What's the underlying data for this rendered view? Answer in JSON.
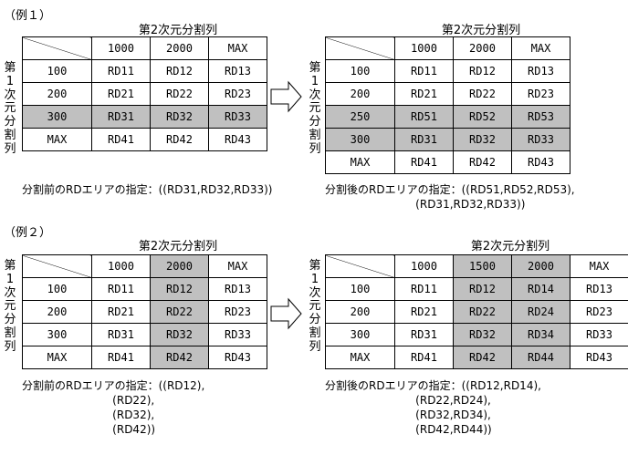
{
  "examples": [
    {
      "label": "（例１）",
      "left": {
        "title": "第2次元分割列",
        "side_label": [
          "第",
          "1",
          "次",
          "元",
          "分",
          "割",
          "列"
        ],
        "header": [
          "",
          "1000",
          "2000",
          "MAX"
        ],
        "rows": [
          {
            "cells": [
              "100",
              "RD11",
              "RD12",
              "RD13"
            ],
            "shade": [
              false,
              false,
              false,
              false
            ]
          },
          {
            "cells": [
              "200",
              "RD21",
              "RD22",
              "RD23"
            ],
            "shade": [
              false,
              false,
              false,
              false
            ]
          },
          {
            "cells": [
              "300",
              "RD31",
              "RD32",
              "RD33"
            ],
            "shade": [
              true,
              true,
              true,
              true
            ]
          },
          {
            "cells": [
              "MAX",
              "RD41",
              "RD42",
              "RD43"
            ],
            "shade": [
              false,
              false,
              false,
              false
            ]
          }
        ],
        "header_shade": [
          false,
          false,
          false,
          false
        ],
        "note": "分割前のRDエリアの指定：((RD31,RD32,RD33))"
      },
      "right": {
        "title": "第2次元分割列",
        "side_label": [
          "第",
          "1",
          "次",
          "元",
          "分",
          "割",
          "列"
        ],
        "header": [
          "",
          "1000",
          "2000",
          "MAX"
        ],
        "rows": [
          {
            "cells": [
              "100",
              "RD11",
              "RD12",
              "RD13"
            ],
            "shade": [
              false,
              false,
              false,
              false
            ]
          },
          {
            "cells": [
              "200",
              "RD21",
              "RD22",
              "RD23"
            ],
            "shade": [
              false,
              false,
              false,
              false
            ]
          },
          {
            "cells": [
              "250",
              "RD51",
              "RD52",
              "RD53"
            ],
            "shade": [
              true,
              true,
              true,
              true
            ]
          },
          {
            "cells": [
              "300",
              "RD31",
              "RD32",
              "RD33"
            ],
            "shade": [
              true,
              true,
              true,
              true
            ]
          },
          {
            "cells": [
              "MAX",
              "RD41",
              "RD42",
              "RD43"
            ],
            "shade": [
              false,
              false,
              false,
              false
            ]
          }
        ],
        "header_shade": [
          false,
          false,
          false,
          false
        ],
        "note": "分割後のRDエリアの指定：((RD51,RD52,RD53),\n                          (RD31,RD32,RD33))"
      }
    },
    {
      "label": "（例２）",
      "left": {
        "title": "第2次元分割列",
        "side_label": [
          "第",
          "1",
          "次",
          "元",
          "分",
          "割",
          "列"
        ],
        "header": [
          "",
          "1000",
          "2000",
          "MAX"
        ],
        "rows": [
          {
            "cells": [
              "100",
              "RD11",
              "RD12",
              "RD13"
            ],
            "shade": [
              false,
              false,
              true,
              false
            ]
          },
          {
            "cells": [
              "200",
              "RD21",
              "RD22",
              "RD23"
            ],
            "shade": [
              false,
              false,
              true,
              false
            ]
          },
          {
            "cells": [
              "300",
              "RD31",
              "RD32",
              "RD33"
            ],
            "shade": [
              false,
              false,
              true,
              false
            ]
          },
          {
            "cells": [
              "MAX",
              "RD41",
              "RD42",
              "RD43"
            ],
            "shade": [
              false,
              false,
              true,
              false
            ]
          }
        ],
        "header_shade": [
          false,
          false,
          true,
          false
        ],
        "note": "分割前のRDエリアの指定：((RD12),\n                          (RD22),\n                          (RD32),\n                          (RD42))"
      },
      "right": {
        "title": "第2次元分割列",
        "side_label": [
          "第",
          "1",
          "次",
          "元",
          "分",
          "割",
          "列"
        ],
        "header": [
          "",
          "1000",
          "1500",
          "2000",
          "MAX"
        ],
        "rows": [
          {
            "cells": [
              "100",
              "RD11",
              "RD12",
              "RD14",
              "RD13"
            ],
            "shade": [
              false,
              false,
              true,
              true,
              false
            ]
          },
          {
            "cells": [
              "200",
              "RD21",
              "RD22",
              "RD24",
              "RD23"
            ],
            "shade": [
              false,
              false,
              true,
              true,
              false
            ]
          },
          {
            "cells": [
              "300",
              "RD31",
              "RD32",
              "RD34",
              "RD33"
            ],
            "shade": [
              false,
              false,
              true,
              true,
              false
            ]
          },
          {
            "cells": [
              "MAX",
              "RD41",
              "RD42",
              "RD44",
              "RD43"
            ],
            "shade": [
              false,
              false,
              true,
              true,
              false
            ]
          }
        ],
        "header_shade": [
          false,
          false,
          true,
          true,
          false
        ],
        "note": "分割後のRDエリアの指定：((RD12,RD14),\n                          (RD22,RD24),\n                          (RD32,RD34),\n                          (RD42,RD44))"
      }
    }
  ]
}
